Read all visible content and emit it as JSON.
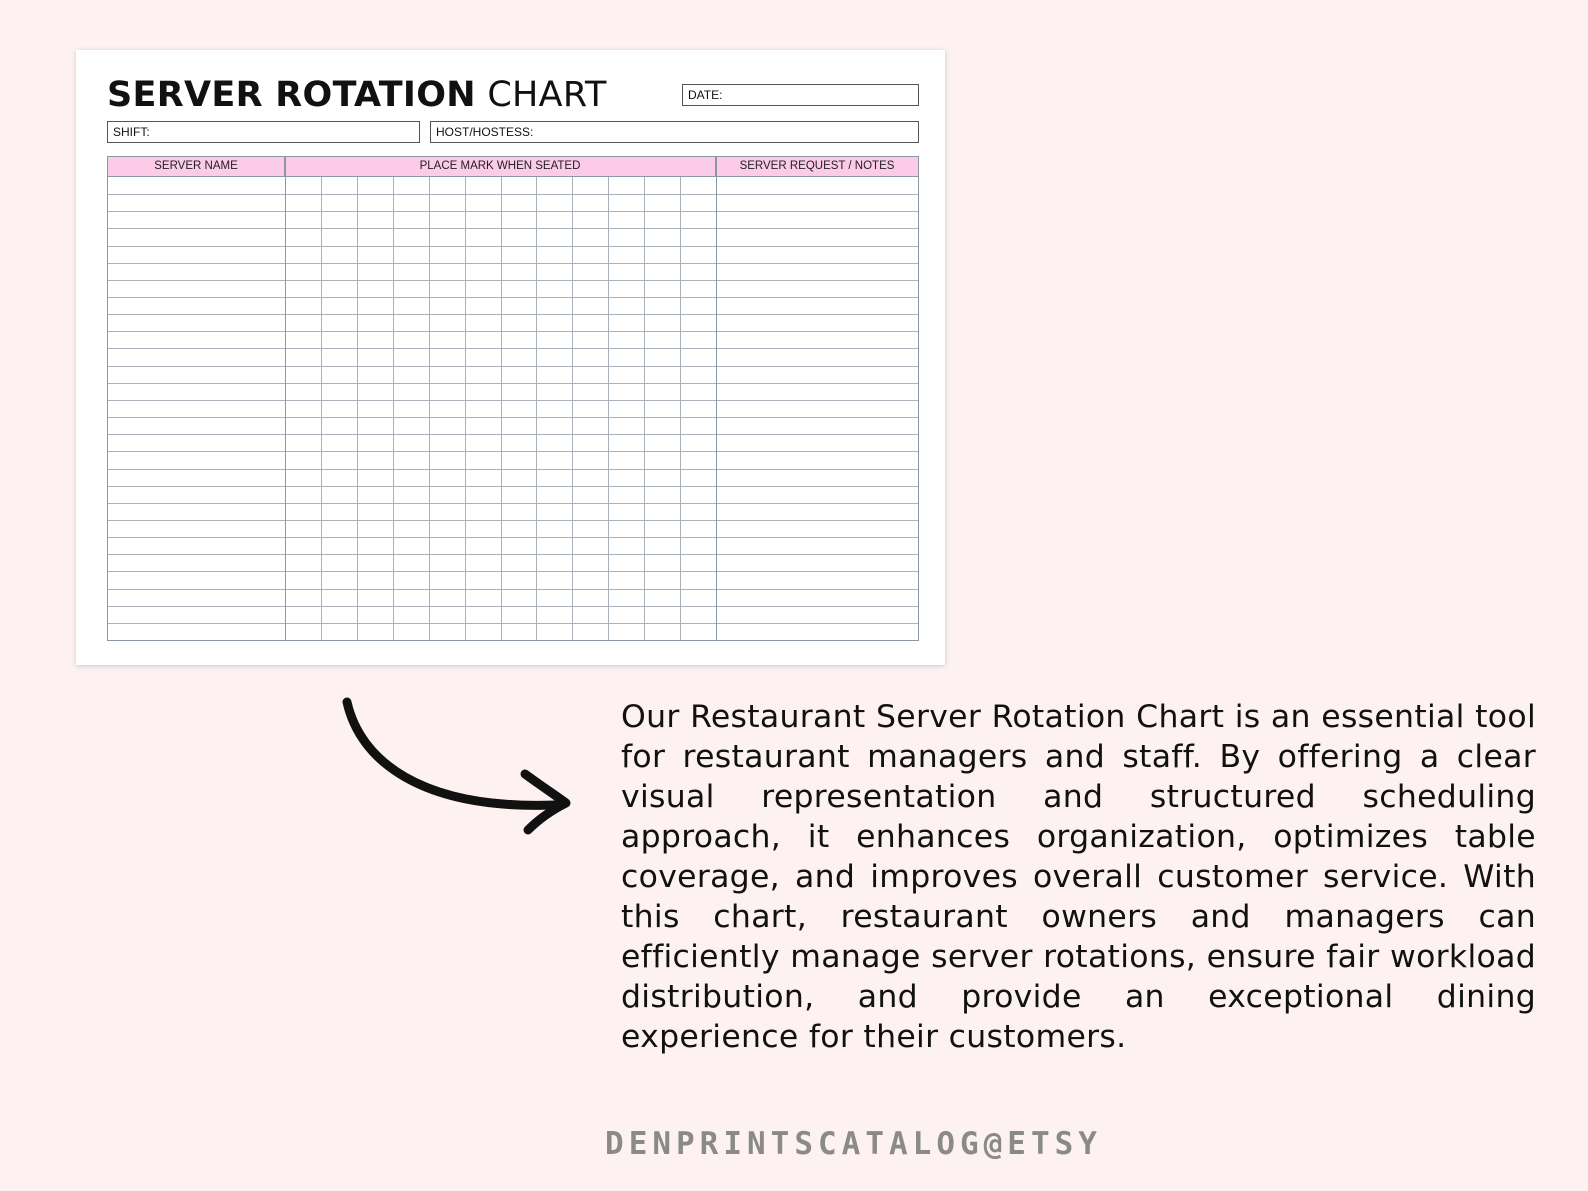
{
  "sheet": {
    "title_bold": "SERVER ROTATION",
    "title_light": "CHART",
    "date_label": "DATE:",
    "shift_label": "SHIFT:",
    "host_label": "HOST/HOSTESS:",
    "columns": [
      "SERVER NAME",
      "PLACE MARK WHEN SEATED",
      "SERVER REQUEST / NOTES"
    ],
    "header_color": "#fbcbe7"
  },
  "description": "Our Restaurant Server Rotation Chart is an essential tool for restaurant managers and staff. By offering a clear visual representation and structured scheduling approach, it enhances organization, optimizes table coverage, and improves overall customer service. With this chart, restaurant owners and managers can efficiently manage server rotations, ensure fair workload distribution, and provide an exceptional dining experience for their customers.",
  "footer": "DENPRINTSCATALOG@ETSY",
  "arrow_icon": "curved-arrow-icon"
}
